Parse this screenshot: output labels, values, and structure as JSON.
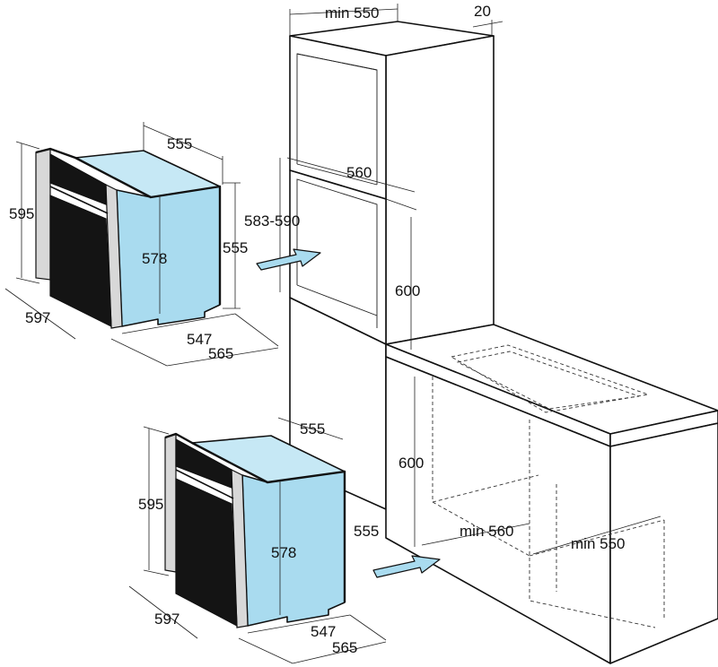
{
  "labels": {
    "top_min_width": "min 550",
    "top_gap": "20",
    "niche_depth": "560",
    "niche_height_range": "583-590",
    "niche_height_upper": "600",
    "niche_height_lower": "600",
    "niche_width_lower": "555",
    "under_counter_min_depth": "min 560",
    "under_counter_min_width": "min 550",
    "oven_top": {
      "height": "595",
      "width": "597",
      "depth_top": "555",
      "side_height": "555",
      "body_height": "578",
      "depth_547": "547",
      "depth_565": "565"
    },
    "oven_bottom": {
      "height": "595",
      "width": "597",
      "depth_top": "555",
      "body_height": "578",
      "depth_547": "547",
      "depth_565": "565"
    }
  },
  "colors": {
    "oven_body": "#a9dbef",
    "oven_door": "#141414",
    "line": "#111111",
    "background": "#ffffff"
  }
}
